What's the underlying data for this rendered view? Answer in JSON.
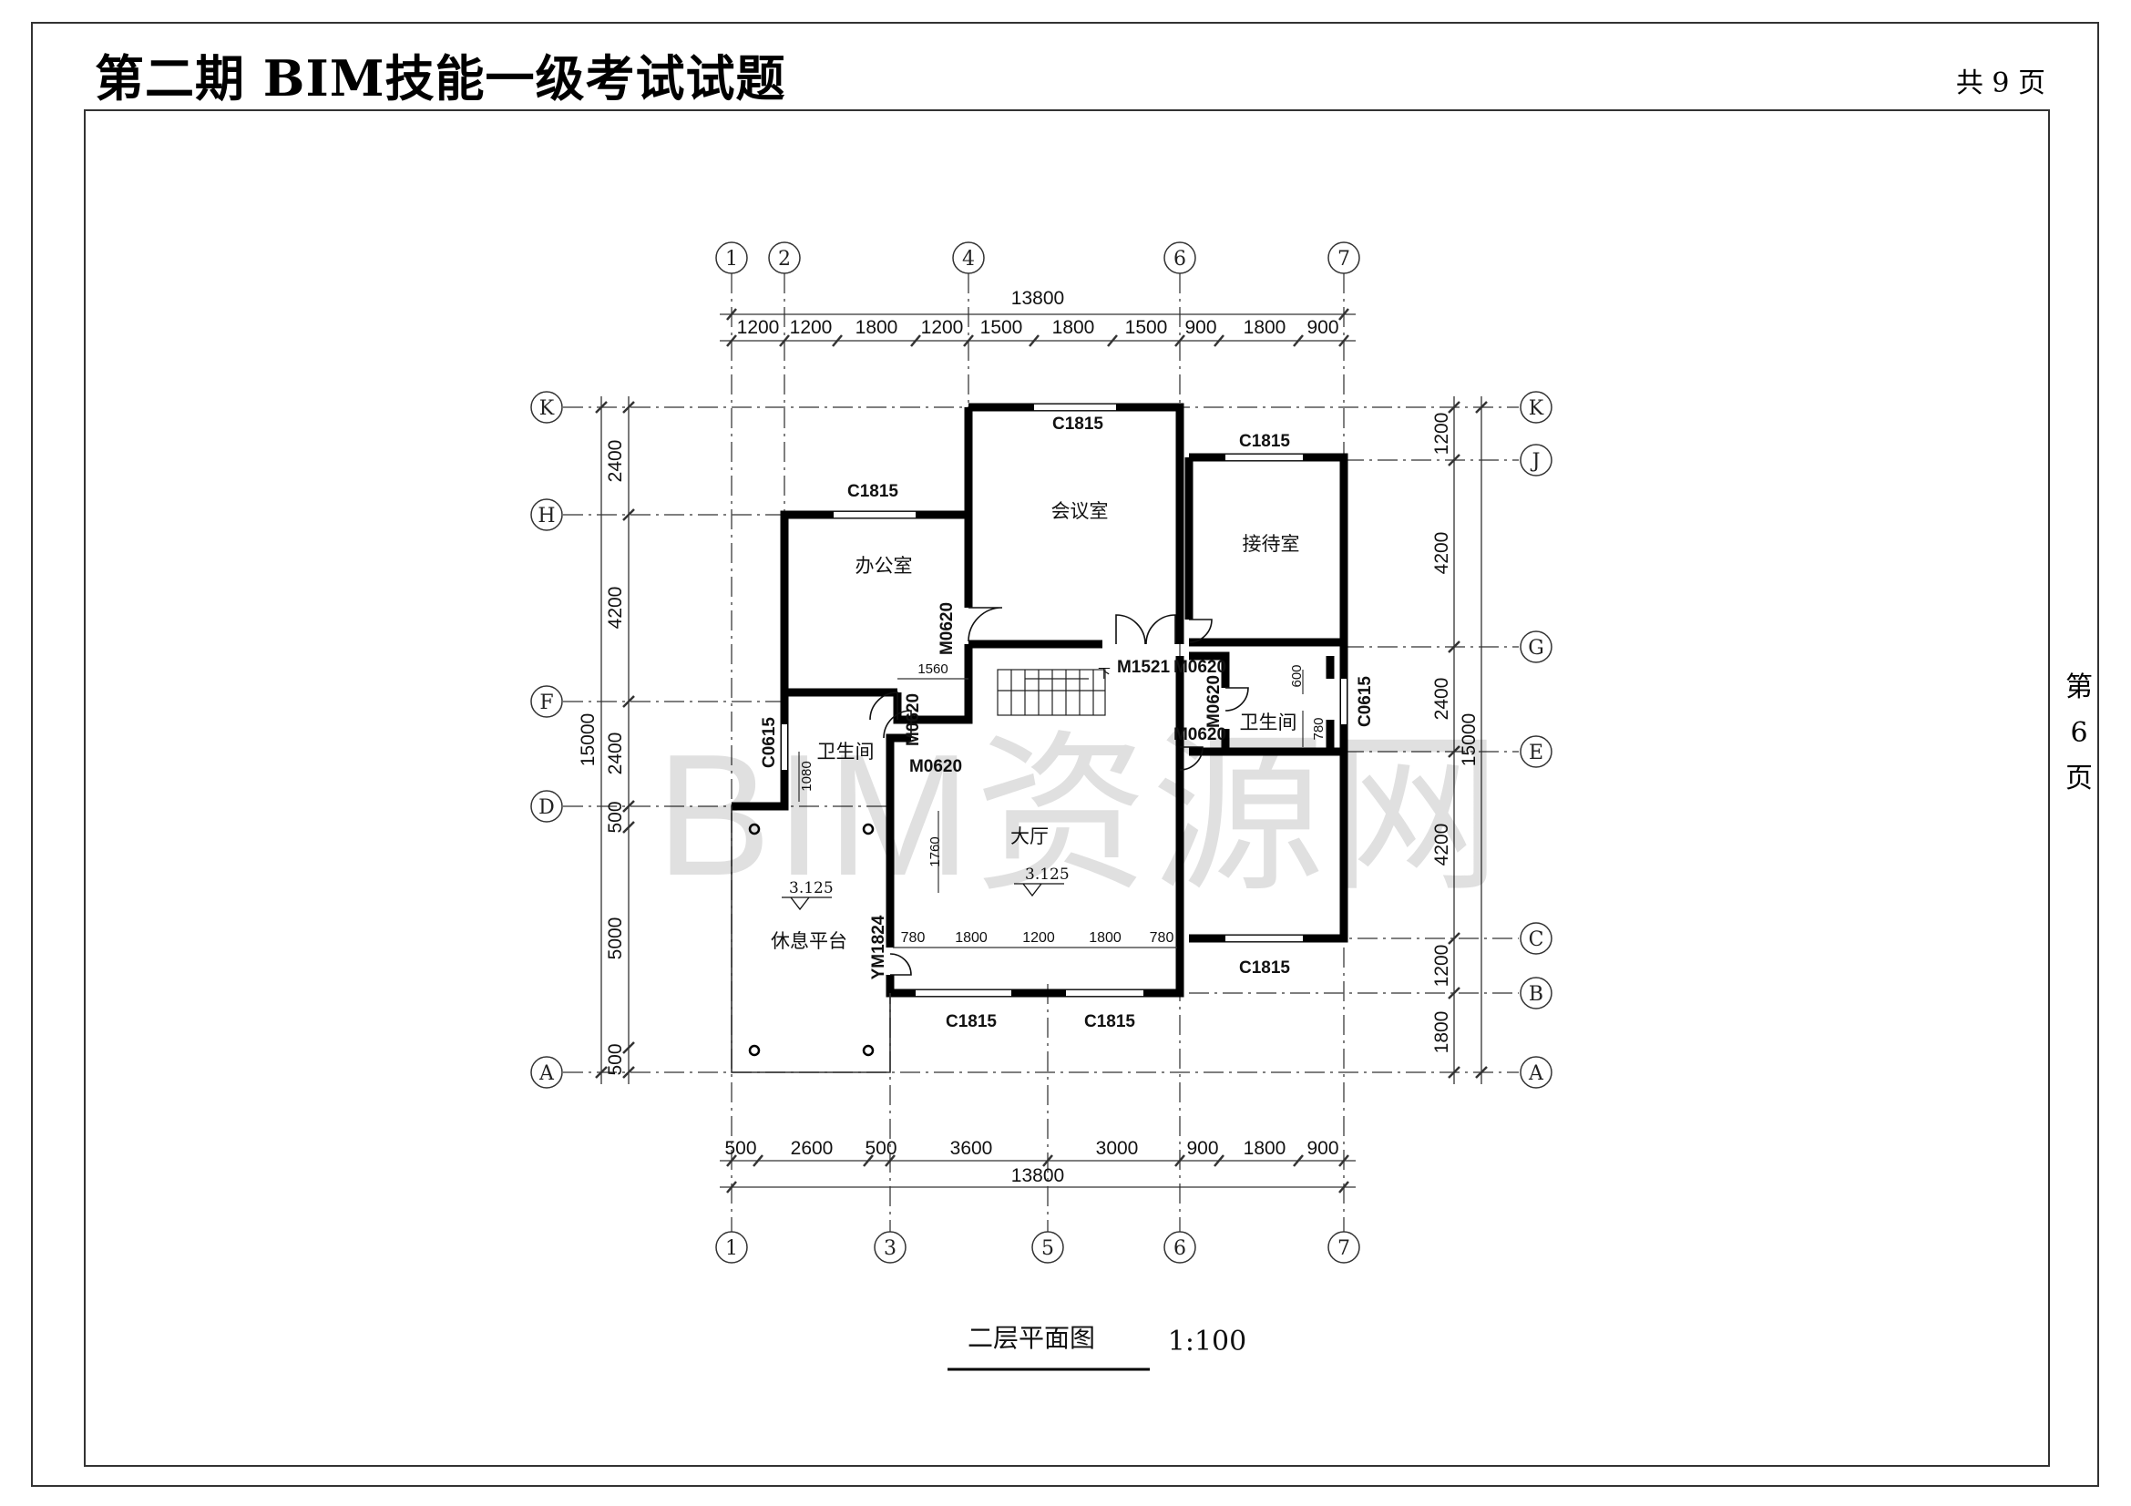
{
  "header": {
    "title": "第二期 BIM技能一级考试试题",
    "total_pages": "共 9 页"
  },
  "side": {
    "page_prefix": "第",
    "page_number": "6",
    "page_suffix": "页"
  },
  "watermark": "BIM资源网",
  "drawing": {
    "title": "二层平面图",
    "scale": "1:100",
    "axes_vertical_top": [
      "1",
      "2",
      "4",
      "6",
      "7"
    ],
    "axes_vertical_bottom": [
      "1",
      "3",
      "5",
      "6",
      "7"
    ],
    "axes_horizontal_left": [
      "K",
      "H",
      "F",
      "D",
      "A"
    ],
    "axes_horizontal_right": [
      "K",
      "J",
      "G",
      "E",
      "C",
      "B",
      "A"
    ],
    "dims_top_total": "13800",
    "dims_top": [
      "1200",
      "1200",
      "1800",
      "1200",
      "1500",
      "1800",
      "1500",
      "900",
      "1800",
      "900"
    ],
    "dims_bottom": [
      "500",
      "2600",
      "500",
      "3600",
      "3000",
      "900",
      "1800",
      "900"
    ],
    "dims_bottom_total": "13800",
    "dims_left": [
      "2400",
      "4200",
      "2400",
      "500",
      "5000",
      "500"
    ],
    "dims_left_total": "15000",
    "dims_right": [
      "1200",
      "4200",
      "2400",
      "4200",
      "1200",
      "1800"
    ],
    "dims_right_total": "15000",
    "rooms": {
      "meeting": "会议室",
      "office": "办公室",
      "reception": "接待室",
      "wc_left": "卫生间",
      "wc_right": "卫生间",
      "hall": "大厅",
      "terrace": "休息平台"
    },
    "elevations": {
      "terrace": "3.125",
      "hall": "3.125"
    },
    "labels": {
      "c1815_top": "C1815",
      "c1815_office": "C1815",
      "c1815_reception": "C1815",
      "c1815_right": "C1815",
      "c1815_bottom_a": "C1815",
      "c1815_bottom_b": "C1815",
      "c0615_left": "C0615",
      "c0615_right": "C0615",
      "m0620_a": "M0620",
      "m0620_b": "M0620",
      "m0620_c": "M0620",
      "m0620_d": "M0620",
      "m0620_e": "M0620",
      "m0620_f": "M0620",
      "m1521": "M1521",
      "ym1824": "YM1824",
      "d1560": "1560",
      "d1080": "1080",
      "d1760": "1760",
      "d600": "600",
      "d780": "780",
      "stair_down": "下"
    },
    "hall_dims": [
      "780",
      "1800",
      "1200",
      "1800",
      "780"
    ]
  }
}
